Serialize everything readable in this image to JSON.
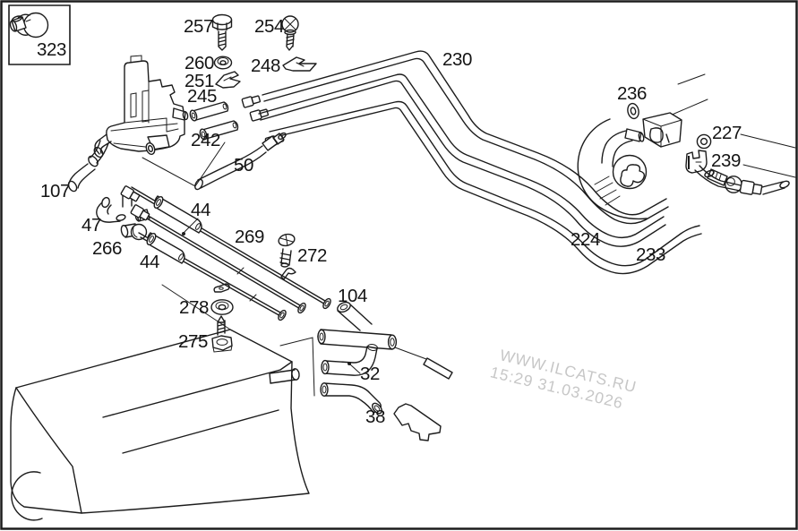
{
  "page": {
    "background": "#ffffff",
    "line_color": "#1c1c1c",
    "label_color": "#141414",
    "border_color": "#1c1c1c"
  },
  "watermark": {
    "line1": "WWW.ILCATS.RU",
    "line2": "15:29 31.03.2026",
    "color": "#c7c7c7"
  },
  "labels": [
    {
      "part": "323",
      "text": "323"
    },
    {
      "part": "257",
      "text": "257"
    },
    {
      "part": "254",
      "text": "254"
    },
    {
      "part": "260",
      "text": "260"
    },
    {
      "part": "251",
      "text": "251"
    },
    {
      "part": "245",
      "text": "245"
    },
    {
      "part": "248",
      "text": "248"
    },
    {
      "part": "242",
      "text": "242"
    },
    {
      "part": "230",
      "text": "230"
    },
    {
      "part": "236",
      "text": "236"
    },
    {
      "part": "227",
      "text": "227"
    },
    {
      "part": "239",
      "text": "239"
    },
    {
      "part": "224",
      "text": "224"
    },
    {
      "part": "233",
      "text": "233"
    },
    {
      "part": "107",
      "text": "107"
    },
    {
      "part": "47",
      "text": "47"
    },
    {
      "part": "266",
      "text": "266"
    },
    {
      "part": "44-upper",
      "text": "44"
    },
    {
      "part": "269",
      "text": "269"
    },
    {
      "part": "44-lower",
      "text": "44"
    },
    {
      "part": "272",
      "text": "272"
    },
    {
      "part": "278",
      "text": "278"
    },
    {
      "part": "275",
      "text": "275"
    },
    {
      "part": "104",
      "text": "104"
    },
    {
      "part": "32",
      "text": "32"
    },
    {
      "part": "38",
      "text": "38"
    },
    {
      "part": "50",
      "text": "50"
    }
  ]
}
